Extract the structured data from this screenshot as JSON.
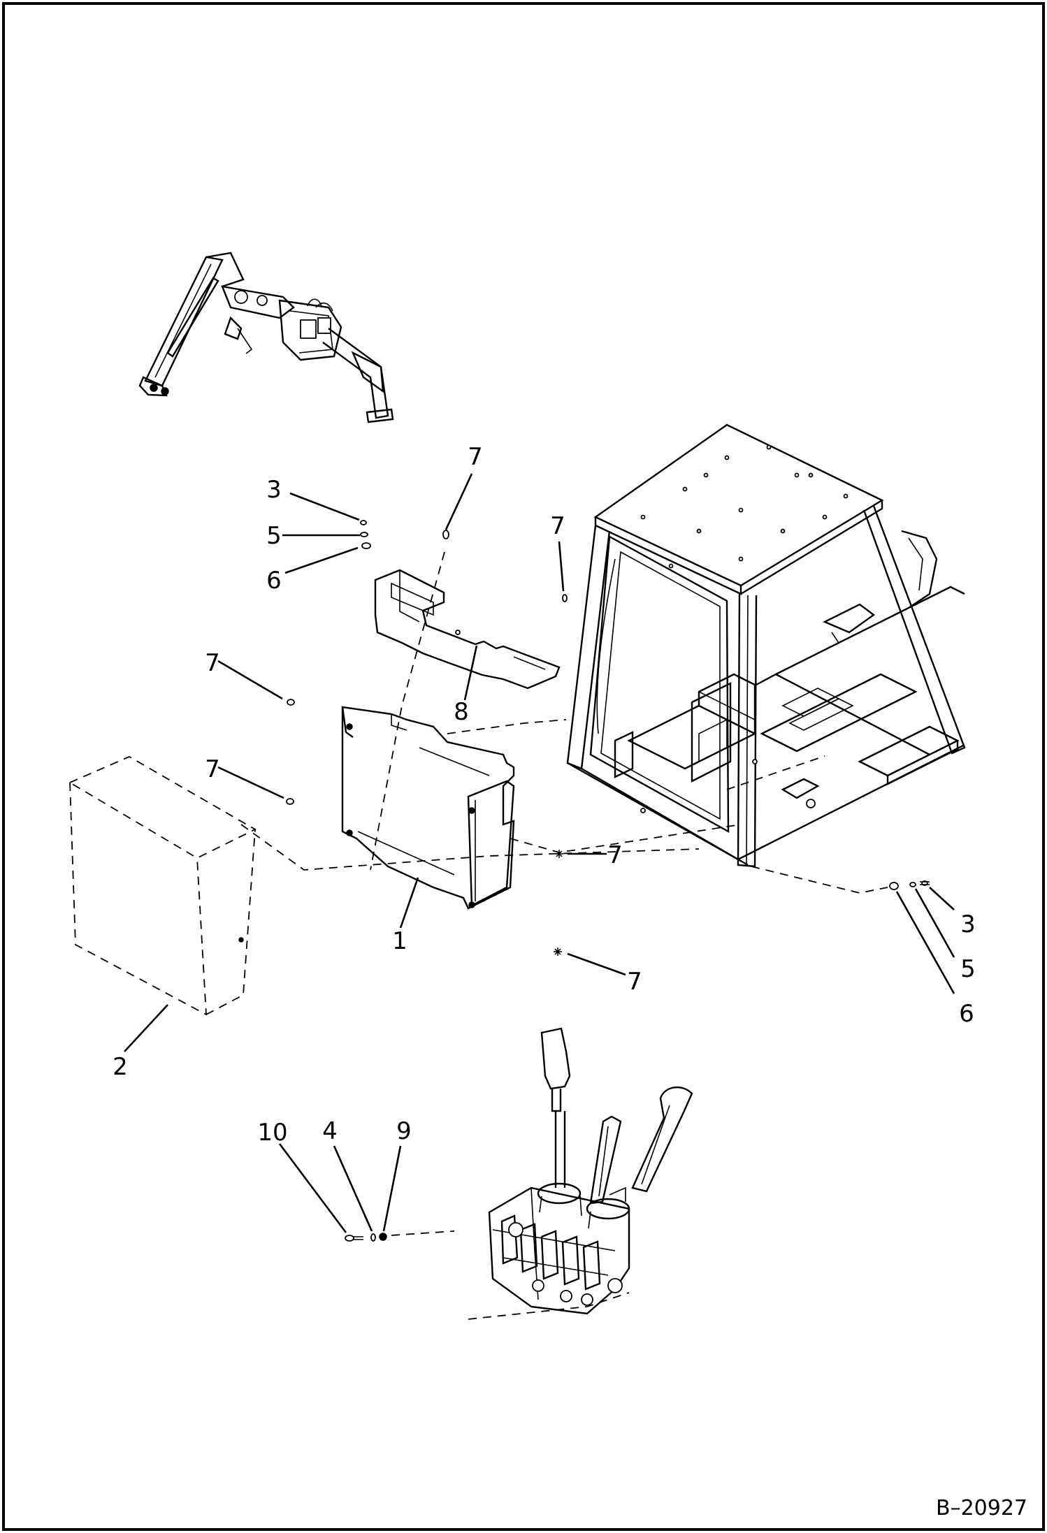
{
  "drawing_code": "B–20927",
  "callouts": [
    {
      "id": "callout-7a",
      "text": "7"
    },
    {
      "id": "callout-3a",
      "text": "3"
    },
    {
      "id": "callout-5a",
      "text": "5"
    },
    {
      "id": "callout-6a",
      "text": "6"
    },
    {
      "id": "callout-7b",
      "text": "7"
    },
    {
      "id": "callout-8",
      "text": "8"
    },
    {
      "id": "callout-7c",
      "text": "7"
    },
    {
      "id": "callout-7d",
      "text": "7"
    },
    {
      "id": "callout-7e",
      "text": "7"
    },
    {
      "id": "callout-1",
      "text": "1"
    },
    {
      "id": "callout-3b",
      "text": "3"
    },
    {
      "id": "callout-5b",
      "text": "5"
    },
    {
      "id": "callout-6b",
      "text": "6"
    },
    {
      "id": "callout-7f",
      "text": "7"
    },
    {
      "id": "callout-2",
      "text": "2"
    },
    {
      "id": "callout-10",
      "text": "10"
    },
    {
      "id": "callout-4",
      "text": "4"
    },
    {
      "id": "callout-9",
      "text": "9"
    }
  ]
}
